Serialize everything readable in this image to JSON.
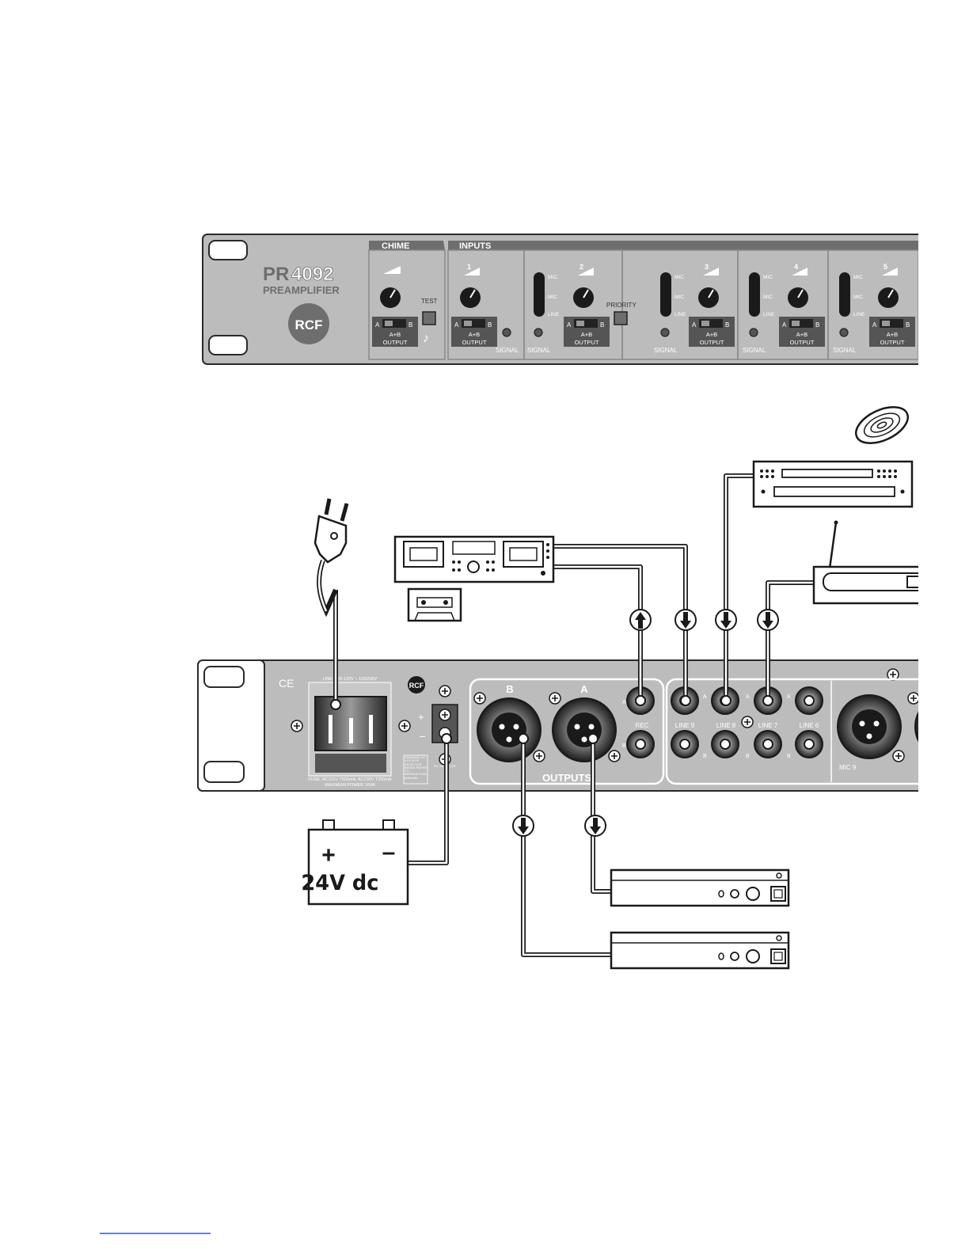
{
  "front_panel": {
    "model_prefix": "PR",
    "model_number": "4092",
    "subtitle": "PREAMPLIFIER",
    "brand": "RCF",
    "section_chime": "CHIME",
    "section_inputs": "INPUTS",
    "test_label": "TEST",
    "priority_label": "PRIORITY",
    "signal_label": "SIGNAL",
    "output_label": "OUTPUT",
    "ab_label": "A+B",
    "a_label": "A",
    "b_label": "B",
    "mic_label": "MIC",
    "line_label": "LINE",
    "channels": [
      "1",
      "2",
      "3",
      "4",
      "5"
    ],
    "knob_min": "0",
    "knob_max": "10"
  },
  "rear_panel": {
    "ce_mark": "CE",
    "brand": "RCF",
    "mains_label": "LINE: 100-120V ~ 115/230V",
    "fuse_label": "FUSE: AC115V T500mA, AC230V T250mA",
    "power_label": "MAXIMUM POWER 16VA",
    "warning_label": "WARNING: AC VOLTAGE SELECTOR INSIDE REFER TO INSTRUCTION MANUAL",
    "dc_label": "DC INPUT 24V",
    "outputs_label": "OUTPUTS",
    "output_b": "B",
    "output_a": "A",
    "rec_label": "REC",
    "line9": "LINE 9",
    "line8": "LINE 8",
    "line7": "LINE 7",
    "line6": "LINE 6",
    "mic9": "MIC 9",
    "jack_a": "A",
    "jack_b": "B",
    "plus": "+",
    "minus": "–"
  },
  "battery": {
    "plus": "+",
    "minus": "–",
    "label": "24V dc"
  }
}
